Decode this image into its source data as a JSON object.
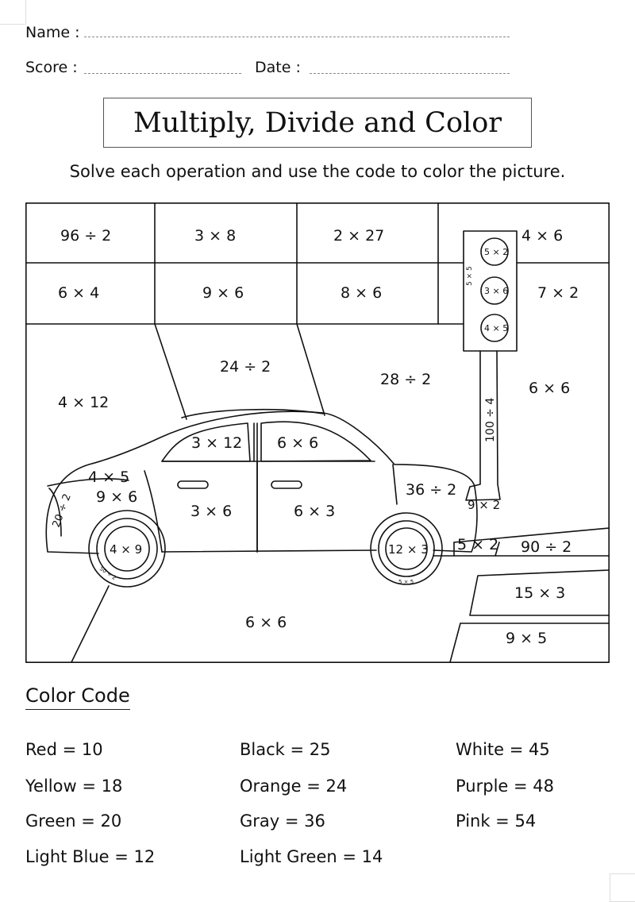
{
  "header": {
    "name_label": "Name :",
    "score_label": "Score :",
    "date_label": "Date :"
  },
  "title": "Multiply, Divide and Color",
  "instructions": "Solve each operation and use the code to color the picture.",
  "picture": {
    "top_row": [
      "96 ÷ 2",
      "3 × 8",
      "2 × 27",
      "4 × 6"
    ],
    "second_row": [
      "6 × 4",
      "9 × 6",
      "8 × 6",
      "7 × 2"
    ],
    "sky_left": "4 × 12",
    "sky_center": "24 ÷ 2",
    "sky_right": "28 ÷ 2",
    "sky_far_right": "6 × 6",
    "window_front": "3 × 12",
    "window_rear": "6 × 6",
    "hood": "4 × 5",
    "fender_front": "9 × 6",
    "bumper_front": "20 ÷ 2",
    "door_front": "3 × 6",
    "door_rear": "6 × 3",
    "trunk": "36 ÷ 2",
    "wheel_front": "4 × 9",
    "wheel_front_rim": "50 ÷ 2",
    "wheel_rear": "12 × 3",
    "wheel_rear_rim": "5 × 5",
    "light_top": "5 × 2",
    "light_middle": "3 × 6",
    "light_bottom": "4 × 5",
    "light_side": "5 × 5",
    "pole": "100 ÷ 4",
    "pole_base": "9 × 2",
    "curb": "5 × 2",
    "road_right": "90 ÷ 2",
    "stripe_upper": "15 × 3",
    "stripe_lower": "9 × 5",
    "road": "6 × 6"
  },
  "color_code": {
    "heading": "Color Code",
    "items": [
      [
        "Red = 10",
        "Yellow = 18",
        "Green = 20",
        "Light Blue = 12"
      ],
      [
        "Black = 25",
        "Orange = 24",
        "Gray = 36",
        "Light Green = 14"
      ],
      [
        "White = 45",
        "Purple = 48",
        "Pink = 54"
      ]
    ]
  }
}
